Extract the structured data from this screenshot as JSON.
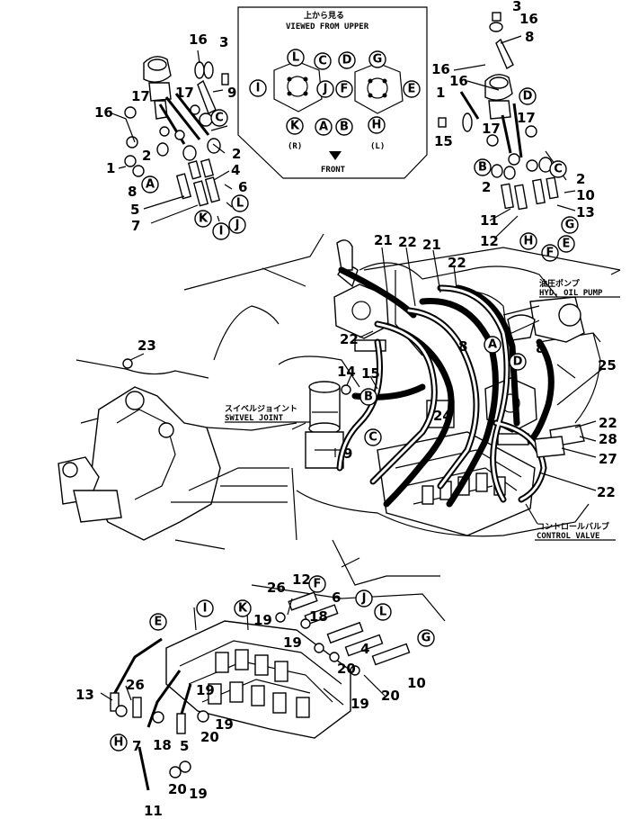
{
  "inset": {
    "title_jp": "上から見る",
    "title_en": "VIEWED FROM UPPER",
    "right_side": "(R)",
    "left_side": "(L)",
    "front_label": "FRONT",
    "right_ports": [
      "L",
      "C",
      "I",
      "J",
      "K",
      "A"
    ],
    "left_ports": [
      "G",
      "D",
      "F",
      "E",
      "B",
      "H"
    ]
  },
  "callouts": {
    "pump_jp": "油圧ポンプ",
    "pump_en": "HYD. OIL PUMP",
    "swivel_jp": "スイベルジョイント",
    "swivel_en": "SWIVEL JOINT",
    "valve_jp": "コントロールバルブ",
    "valve_en": "CONTROL VALVE"
  },
  "numbers": {
    "n1": "1",
    "n2": "2",
    "n3": "3",
    "n4": "4",
    "n5": "5",
    "n6": "6",
    "n7": "7",
    "n8": "8",
    "n9": "9",
    "n10": "10",
    "n11": "11",
    "n12": "12",
    "n13": "13",
    "n14": "14",
    "n15": "15",
    "n16": "16",
    "n17": "17",
    "n18": "18",
    "n19": "19",
    "n20": "20",
    "n21": "21",
    "n22": "22",
    "n23": "23",
    "n24": "24",
    "n25": "25",
    "n26": "26",
    "n27": "27",
    "n28": "28"
  },
  "letters": {
    "A": "A",
    "B": "B",
    "C": "C",
    "D": "D",
    "E": "E",
    "F": "F",
    "G": "G",
    "H": "H",
    "I": "I",
    "J": "J",
    "K": "K",
    "L": "L"
  }
}
